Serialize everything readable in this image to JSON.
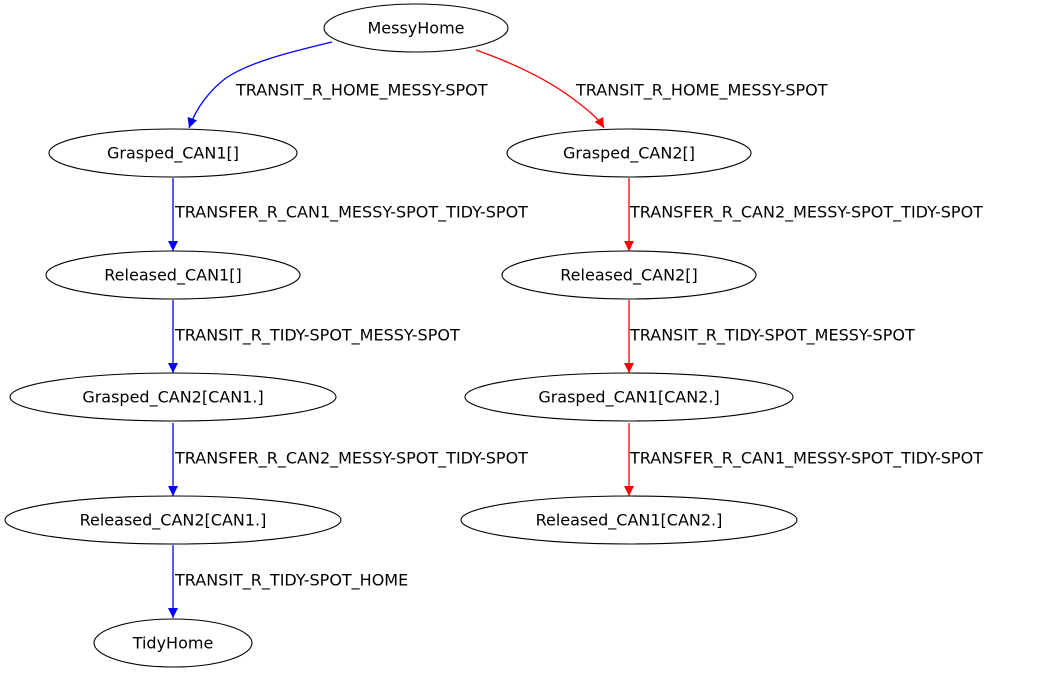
{
  "diagram": {
    "nodes": [
      {
        "id": "messy_home",
        "label": "MessyHome"
      },
      {
        "id": "grasped_can1_empty",
        "label": "Grasped_CAN1[]"
      },
      {
        "id": "released_can1_empty",
        "label": "Released_CAN1[]"
      },
      {
        "id": "grasped_can2_can1",
        "label": "Grasped_CAN2[CAN1.]"
      },
      {
        "id": "released_can2_can1",
        "label": "Released_CAN2[CAN1.]"
      },
      {
        "id": "tidy_home",
        "label": "TidyHome"
      },
      {
        "id": "grasped_can2_empty",
        "label": "Grasped_CAN2[]"
      },
      {
        "id": "released_can2_empty",
        "label": "Released_CAN2[]"
      },
      {
        "id": "grasped_can1_can2",
        "label": "Grasped_CAN1[CAN2.]"
      },
      {
        "id": "released_can1_can2",
        "label": "Released_CAN1[CAN2.]"
      }
    ],
    "edges": [
      {
        "id": "e1",
        "from": "messy_home",
        "to": "grasped_can1_empty",
        "label": "TRANSIT_R_HOME_MESSY-SPOT",
        "color": "#0000ff"
      },
      {
        "id": "e2",
        "from": "grasped_can1_empty",
        "to": "released_can1_empty",
        "label": "TRANSFER_R_CAN1_MESSY-SPOT_TIDY-SPOT",
        "color": "#0000ff"
      },
      {
        "id": "e3",
        "from": "released_can1_empty",
        "to": "grasped_can2_can1",
        "label": "TRANSIT_R_TIDY-SPOT_MESSY-SPOT",
        "color": "#0000ff"
      },
      {
        "id": "e4",
        "from": "grasped_can2_can1",
        "to": "released_can2_can1",
        "label": "TRANSFER_R_CAN2_MESSY-SPOT_TIDY-SPOT",
        "color": "#0000ff"
      },
      {
        "id": "e5",
        "from": "released_can2_can1",
        "to": "tidy_home",
        "label": "TRANSIT_R_TIDY-SPOT_HOME",
        "color": "#0000ff"
      },
      {
        "id": "e6",
        "from": "messy_home",
        "to": "grasped_can2_empty",
        "label": "TRANSIT_R_HOME_MESSY-SPOT",
        "color": "#ff0000"
      },
      {
        "id": "e7",
        "from": "grasped_can2_empty",
        "to": "released_can2_empty",
        "label": "TRANSFER_R_CAN2_MESSY-SPOT_TIDY-SPOT",
        "color": "#ff0000"
      },
      {
        "id": "e8",
        "from": "released_can2_empty",
        "to": "grasped_can1_can2",
        "label": "TRANSIT_R_TIDY-SPOT_MESSY-SPOT",
        "color": "#ff0000"
      },
      {
        "id": "e9",
        "from": "grasped_can1_can2",
        "to": "released_can1_can2",
        "label": "TRANSFER_R_CAN1_MESSY-SPOT_TIDY-SPOT",
        "color": "#ff0000"
      }
    ]
  }
}
